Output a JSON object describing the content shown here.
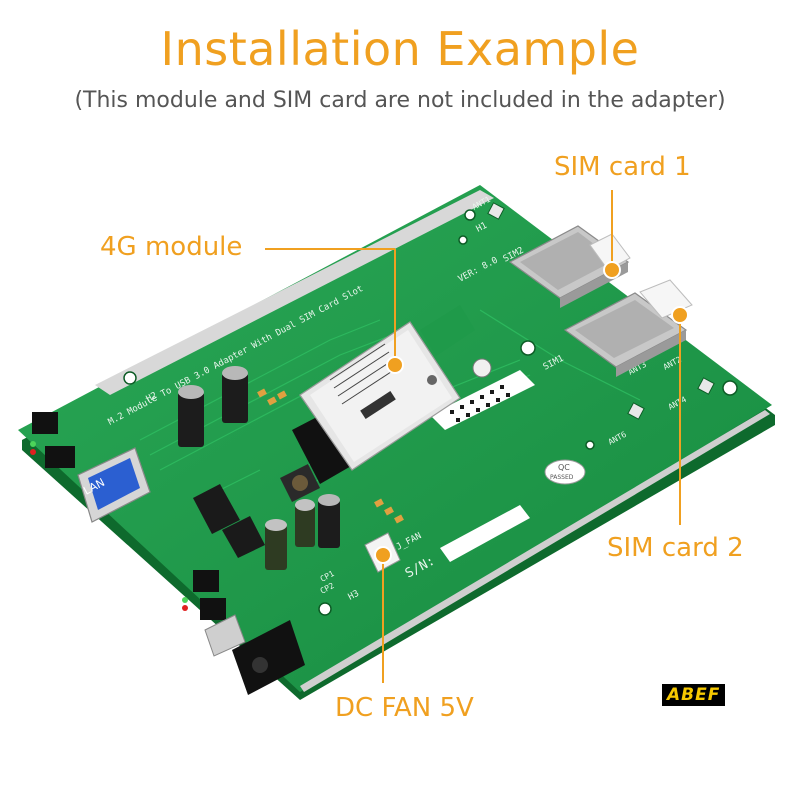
{
  "header": {
    "title": "Installation Example",
    "subtitle": "(This module and SIM card are not included in the adapter)"
  },
  "callouts": {
    "sim1": "SIM card 1",
    "module": "4G module",
    "sim2": "SIM card 2",
    "fan": "DC FAN 5V"
  },
  "board_text": {
    "board_title": "M.2 Module To USB 3.0 Adapter With Dual SIM Card Slot",
    "version": "VER: 8.0",
    "sim1_slot": "SIM1",
    "sim2_slot": "SIM2",
    "serial_label": "S/N:",
    "qc_label": "QC",
    "qc_sub": "PASSED",
    "h2": "H2",
    "h1": "H1",
    "h3": "H3",
    "fan_label": "J_FAN",
    "usb_label": "LAN",
    "ant1": "ANT1",
    "ant2": "ANT2",
    "ant3": "ANT3",
    "ant4": "ANT4",
    "ant6": "ANT6",
    "cp1": "CP1",
    "cp2": "CP2"
  },
  "logo": "ABEF",
  "colors": {
    "accent": "#f0a020",
    "pcb": "#1f9a4a",
    "pcb_dark": "#137a36",
    "text_grey": "#555555"
  }
}
